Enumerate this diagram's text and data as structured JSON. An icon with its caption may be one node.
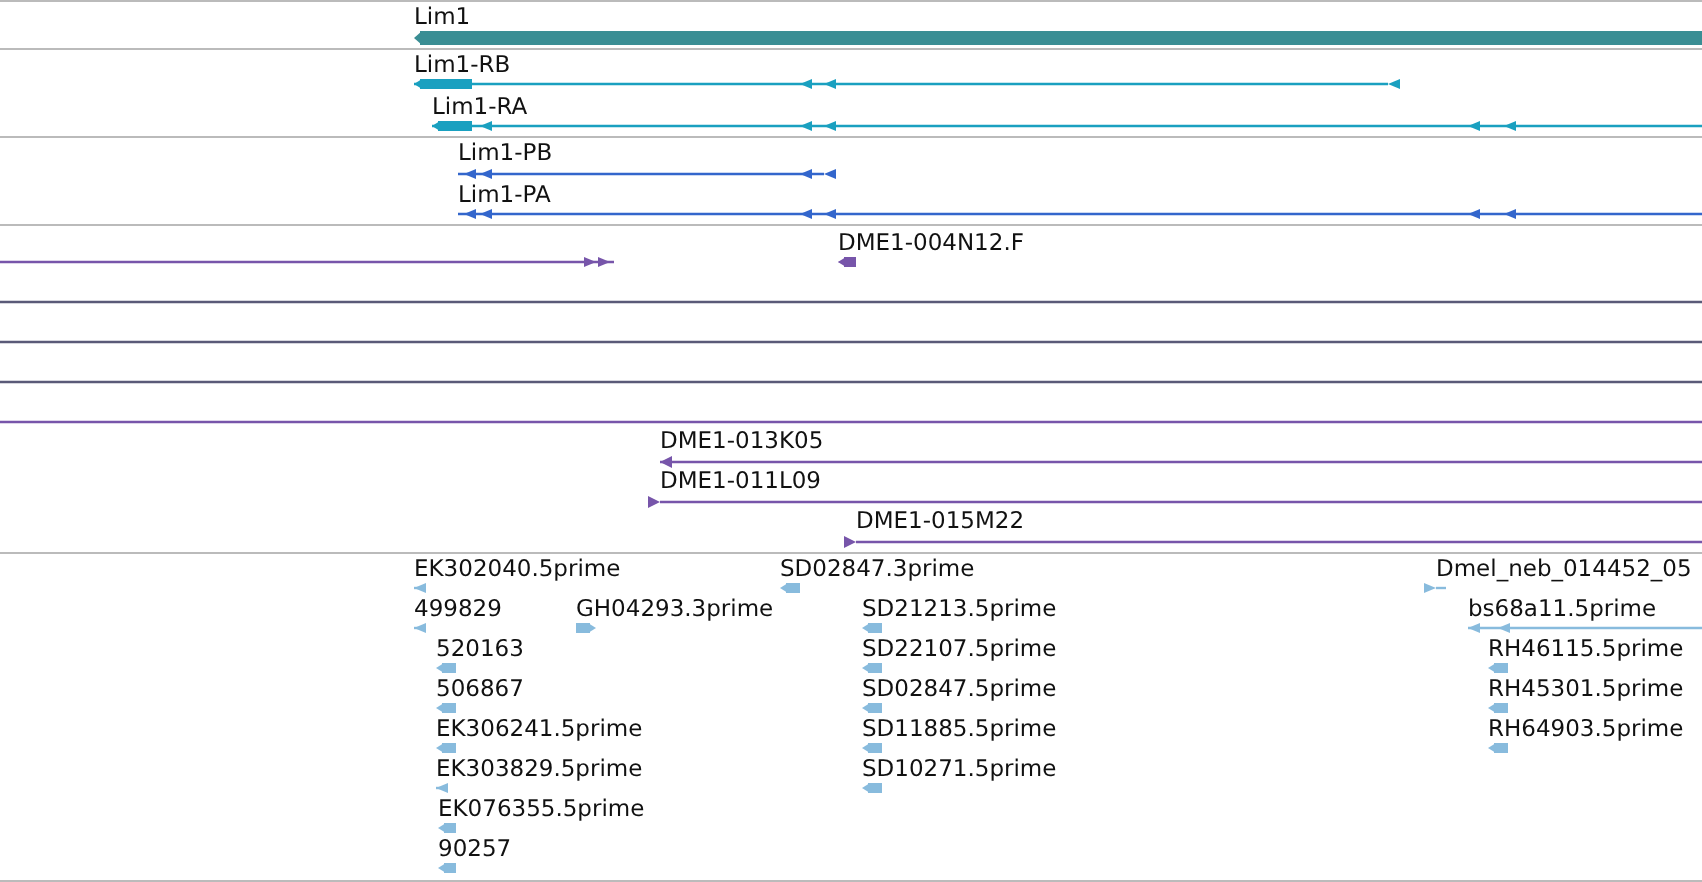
{
  "diagram": {
    "nodes": [
      {
        "text": [
          "Lim1"
        ]
      },
      {
        "text": [
          "Lim1-RB"
        ]
      },
      {
        "text": [
          "Lim1-RA"
        ]
      },
      {
        "text": [
          "Lim1-PB"
        ]
      },
      {
        "text": [
          "Lim1-PA"
        ]
      },
      {
        "text": [],
        "shape": "bar"
      },
      {
        "text": [
          "DME1-004N12.F"
        ]
      },
      {
        "text": [],
        "shape": "bar"
      },
      {
        "text": [],
        "shape": "bar"
      },
      {
        "text": [],
        "shape": "bar"
      },
      {
        "text": [],
        "shape": "bar"
      },
      {
        "text": [
          "DME1-013K05"
        ]
      },
      {
        "text": [
          "DME1-011L09"
        ]
      },
      {
        "text": [
          "DME1-015M22"
        ]
      },
      {
        "text": [
          "EK302040.5prime"
        ]
      },
      {
        "text": [
          "SD02847.3prime"
        ]
      },
      {
        "text": [
          "Dmel_neb_014452_05"
        ]
      },
      {
        "text": [
          "499829"
        ]
      },
      {
        "text": [
          "GH04293.3prime"
        ]
      },
      {
        "text": [
          "SD21213.5prime"
        ]
      },
      {
        "text": [
          "bs68a11.5prime"
        ]
      },
      {
        "text": [
          "520163"
        ]
      },
      {
        "text": [
          "SD22107.5prime"
        ]
      },
      {
        "text": [
          "RH46115.5prime"
        ]
      },
      {
        "text": [
          "506867"
        ]
      },
      {
        "text": [
          "SD02847.5prime"
        ]
      },
      {
        "text": [
          "RH45301.5prime"
        ]
      },
      {
        "text": [
          "EK306241.5prime"
        ]
      },
      {
        "text": [
          "SD11885.5prime"
        ]
      },
      {
        "text": [
          "RH64903.5prime"
        ]
      },
      {
        "text": [
          "EK303829.5prime"
        ]
      },
      {
        "text": [
          "SD10271.5prime"
        ]
      },
      {
        "text": [
          "EK076355.5prime"
        ]
      },
      {
        "text": [
          "90257"
        ]
      }
    ]
  }
}
